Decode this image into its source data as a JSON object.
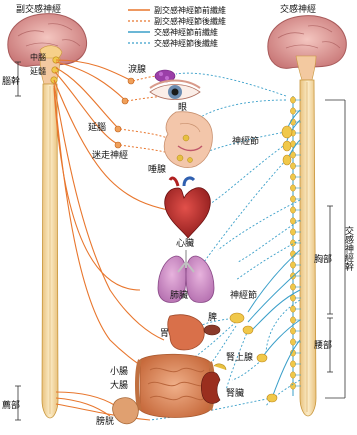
{
  "headers": {
    "parasympathetic": "副交感神經",
    "sympathetic": "交感神經"
  },
  "legend": [
    {
      "label": "副交感神經節前纖維",
      "style": "solid",
      "color": "#e8762d"
    },
    {
      "label": "副交感神經節後纖維",
      "style": "dashed",
      "color": "#e8762d"
    },
    {
      "label": "交感神經節前纖維",
      "style": "solid",
      "color": "#3a9fc9"
    },
    {
      "label": "交感神經節後纖維",
      "style": "dashed",
      "color": "#3a9fc9"
    }
  ],
  "brain_labels": {
    "midbrain": "中腦",
    "medulla": "延髓"
  },
  "left_labels": {
    "brainstem": "腦幹",
    "ganglion": "延腦",
    "vagus": "迷走神經",
    "sacral": "薦部"
  },
  "organ_labels": {
    "lacrimal": "淚腺",
    "eye": "眼",
    "salivary": "唾腺",
    "heart": "心臟",
    "lung": "肺臟",
    "stomach": "胃",
    "spleen": "脾",
    "small_intestine": "小腸",
    "large_intestine": "大腸",
    "adrenal": "腎上腺",
    "kidney": "腎臟",
    "bladder": "膀胱"
  },
  "right_labels": {
    "ganglion_upper": "神經節",
    "ganglion_lower": "神經節",
    "thoracic": "胸部",
    "lumbar": "腰部",
    "sympathetic_trunk": "交感神經幹"
  },
  "colors": {
    "parasympathetic": "#e8762d",
    "sympathetic": "#3a9fc9",
    "brain": "#e6a3a3",
    "spine": "#f3d9a4",
    "ganglion": "#f0c84a"
  }
}
